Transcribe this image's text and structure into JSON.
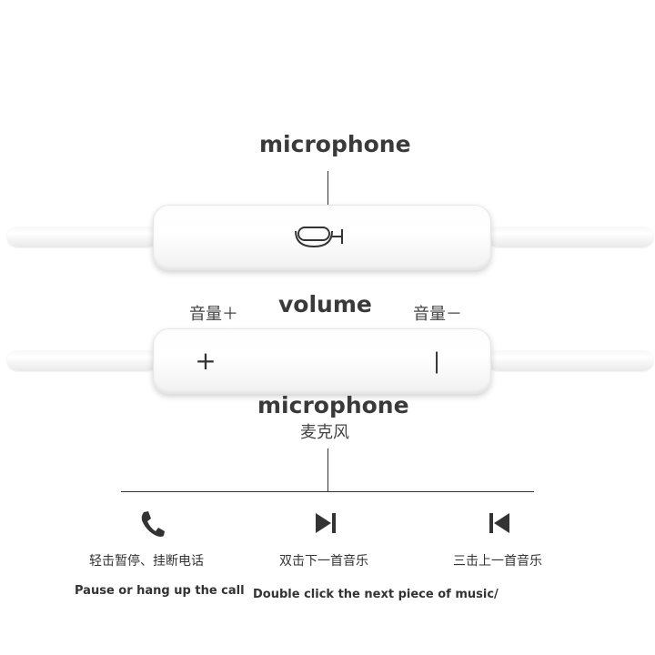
{
  "top": {
    "label": "microphone"
  },
  "volume": {
    "label": "volume",
    "plus_cn": "音量＋",
    "minus_cn": "音量－",
    "plus_symbol": "+",
    "minus_symbol": "|"
  },
  "bottom": {
    "label": "microphone",
    "label_cn": "麦克风"
  },
  "functions": [
    {
      "icon": "phone-icon",
      "cn": "轻击暂停、挂断电话",
      "en": "Pause or hang up the call"
    },
    {
      "icon": "next-track-icon",
      "cn": "双击下一首音乐",
      "en": "Double click the next piece of music/"
    },
    {
      "icon": "previous-track-icon",
      "cn": "三击上一首音乐"
    }
  ]
}
